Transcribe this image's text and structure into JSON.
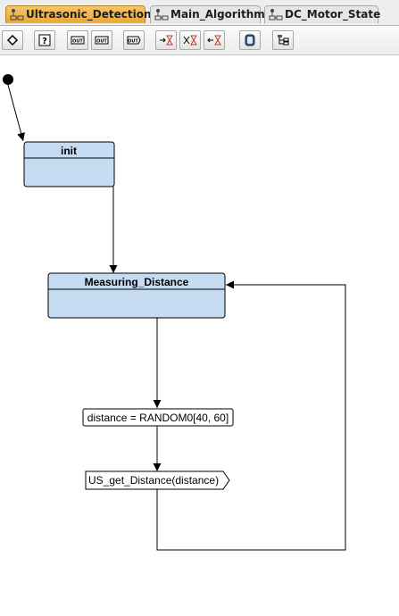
{
  "tabs": [
    {
      "label": "Ultrasonic_Detection",
      "active": true
    },
    {
      "label": "Main_Algorithm",
      "active": false
    },
    {
      "label": "DC_Motor_State",
      "active": false
    }
  ],
  "toolbar": {
    "buttons": [
      {
        "icon": "diamond-icon"
      },
      {
        "icon": "question-box-icon"
      },
      {
        "icon": "output-left-icon",
        "text": "OUT"
      },
      {
        "icon": "output-right-icon",
        "text": "OUT"
      },
      {
        "icon": "output-icon",
        "text": "OUT"
      },
      {
        "icon": "arrow-to-hourglass-icon"
      },
      {
        "icon": "cross-hourglass-icon"
      },
      {
        "icon": "arrow-from-hourglass-icon"
      },
      {
        "icon": "rounded-box-icon"
      },
      {
        "icon": "hierarchy-icon"
      }
    ]
  },
  "diagram": {
    "states": [
      {
        "name": "init"
      },
      {
        "name": "Measuring_Distance"
      }
    ],
    "task": "distance = RANDOM0[40, 60]",
    "output_signal": "US_get_Distance(distance)"
  },
  "colors": {
    "state_fill": "#c6dcf3",
    "active_tab": "#f0b447",
    "line": "#000000"
  }
}
